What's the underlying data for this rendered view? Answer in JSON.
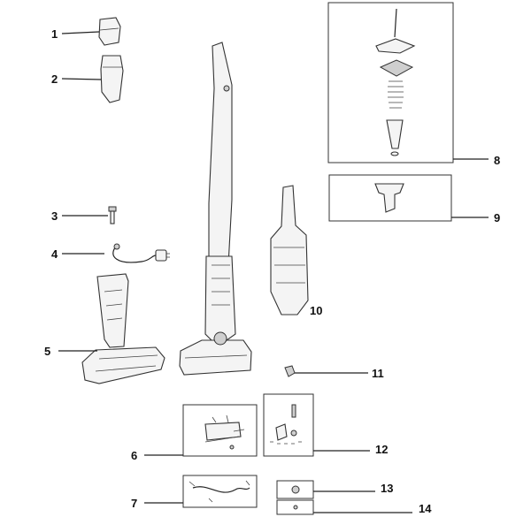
{
  "callouts": [
    "1",
    "2",
    "3",
    "4",
    "5",
    "6",
    "7",
    "8",
    "9",
    "10",
    "11",
    "12",
    "13",
    "14"
  ],
  "colors": {
    "stroke": "#333333",
    "part_fill": "#f4f4f4",
    "dark_fill": "#cfcfcf",
    "background": "#ffffff"
  }
}
